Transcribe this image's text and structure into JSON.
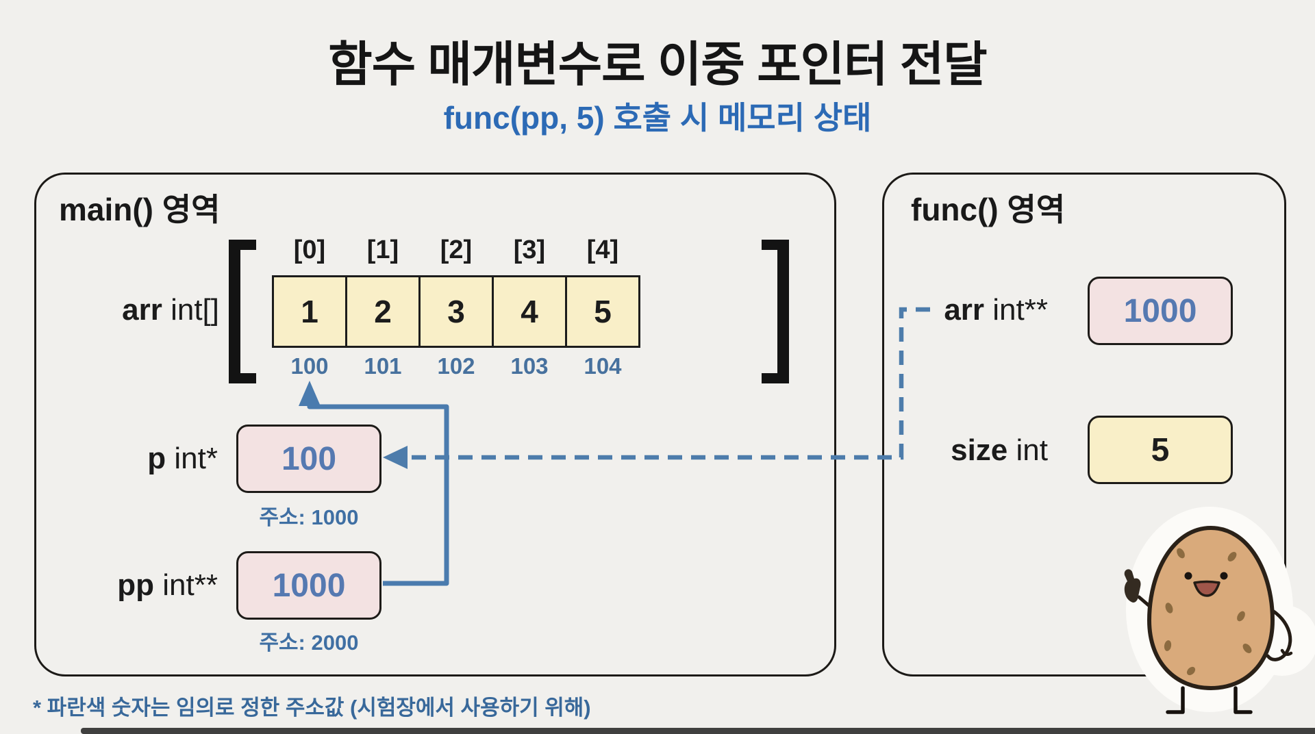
{
  "title": "함수 매개변수로 이중 포인터 전달",
  "subtitle": "func(pp, 5) 호출 시 메모리 상태",
  "footnote": "* 파란색 숫자는 임의로 정한 주소값 (시험장에서 사용하기 위해)",
  "main_region": {
    "label": "main() 영역",
    "array": {
      "name": "arr",
      "type": "int[]",
      "indices": [
        "[0]",
        "[1]",
        "[2]",
        "[3]",
        "[4]"
      ],
      "values": [
        "1",
        "2",
        "3",
        "4",
        "5"
      ],
      "addresses": [
        "100",
        "101",
        "102",
        "103",
        "104"
      ]
    },
    "p": {
      "name": "p",
      "type": "int*",
      "value": "100",
      "address": "주소: 1000"
    },
    "pp": {
      "name": "pp",
      "type": "int**",
      "value": "1000",
      "address": "주소: 2000"
    }
  },
  "func_region": {
    "label": "func() 영역",
    "arr": {
      "name": "arr",
      "type": "int**",
      "value": "1000"
    },
    "size": {
      "name": "size",
      "type": "int",
      "value": "5"
    }
  },
  "mascot": {
    "icon": "potato-thumbs-up-mascot"
  },
  "colors": {
    "background": "#f1f0ed",
    "title_text": "#151515",
    "subtitle_blue": "#2c6ab5",
    "address_blue": "#47719e",
    "value_blue": "#5579b1",
    "line_blue": "#4a7bae",
    "cell_yellow": "#f9efc8",
    "box_pink": "#f3e2e2",
    "border_dark": "#1d1b18",
    "potato_body": "#d9aa7b"
  }
}
